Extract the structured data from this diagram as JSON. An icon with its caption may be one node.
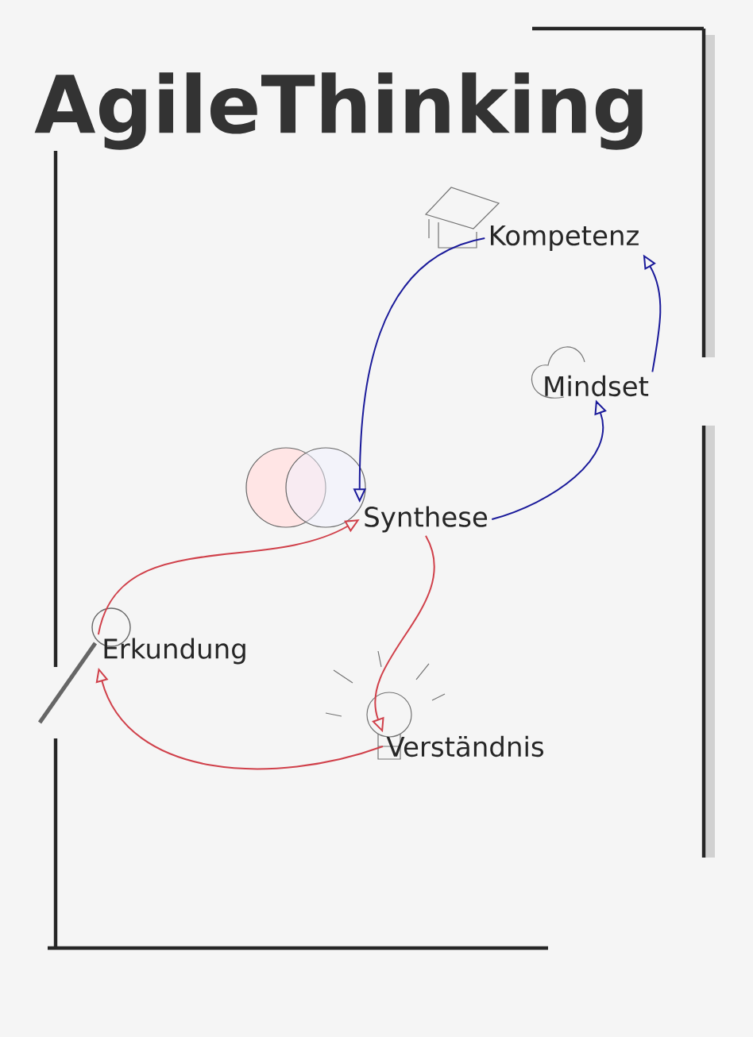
{
  "diagram": {
    "title": "AgileThinking",
    "nodes": [
      {
        "text": [
          "Kompetenz"
        ]
      },
      {
        "text": [
          "Mindset"
        ]
      },
      {
        "text": [
          "Synthese"
        ]
      },
      {
        "text": [
          "Erkundung"
        ]
      },
      {
        "text": [
          "Verständnis"
        ]
      }
    ],
    "edges": [
      {
        "from": 0,
        "to": 2,
        "arrow": "to",
        "color": "#1a1a9a"
      },
      {
        "from": 2,
        "to": 1,
        "arrow": "to",
        "color": "#1a1a9a"
      },
      {
        "from": 1,
        "to": 0,
        "arrow": "to",
        "color": "#1a1a9a"
      },
      {
        "from": 2,
        "to": 4,
        "arrow": "to",
        "color": "#d0404a"
      },
      {
        "from": 4,
        "to": 3,
        "arrow": "to",
        "color": "#d0404a"
      },
      {
        "from": 3,
        "to": 2,
        "arrow": "to",
        "color": "#d0404a"
      }
    ]
  }
}
